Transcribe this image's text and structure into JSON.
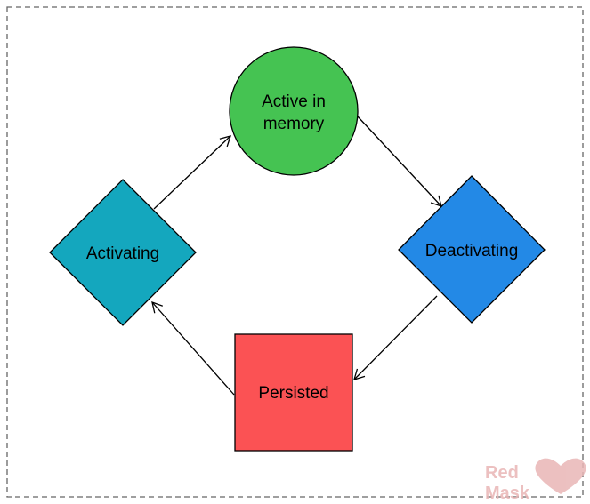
{
  "diagram": {
    "type": "state-cycle",
    "nodes": {
      "active": {
        "label_line1": "Active in",
        "label_line2": "memory",
        "shape": "circle",
        "color": "#45c352"
      },
      "deactivating": {
        "label": "Deactivating",
        "shape": "diamond",
        "color": "#2389e6"
      },
      "persisted": {
        "label": "Persisted",
        "shape": "square",
        "color": "#fb5254"
      },
      "activating": {
        "label": "Activating",
        "shape": "diamond",
        "color": "#14a7be"
      }
    },
    "edges": [
      {
        "from": "Active in memory",
        "to": "Deactivating"
      },
      {
        "from": "Deactivating",
        "to": "Persisted"
      },
      {
        "from": "Persisted",
        "to": "Activating"
      },
      {
        "from": "Activating",
        "to": "Active in memory"
      }
    ],
    "frame": {
      "style": "dashed",
      "color": "#666666"
    }
  },
  "watermark": {
    "line1": "Red",
    "line2": "Mask",
    "color": "#e9b6b6"
  }
}
